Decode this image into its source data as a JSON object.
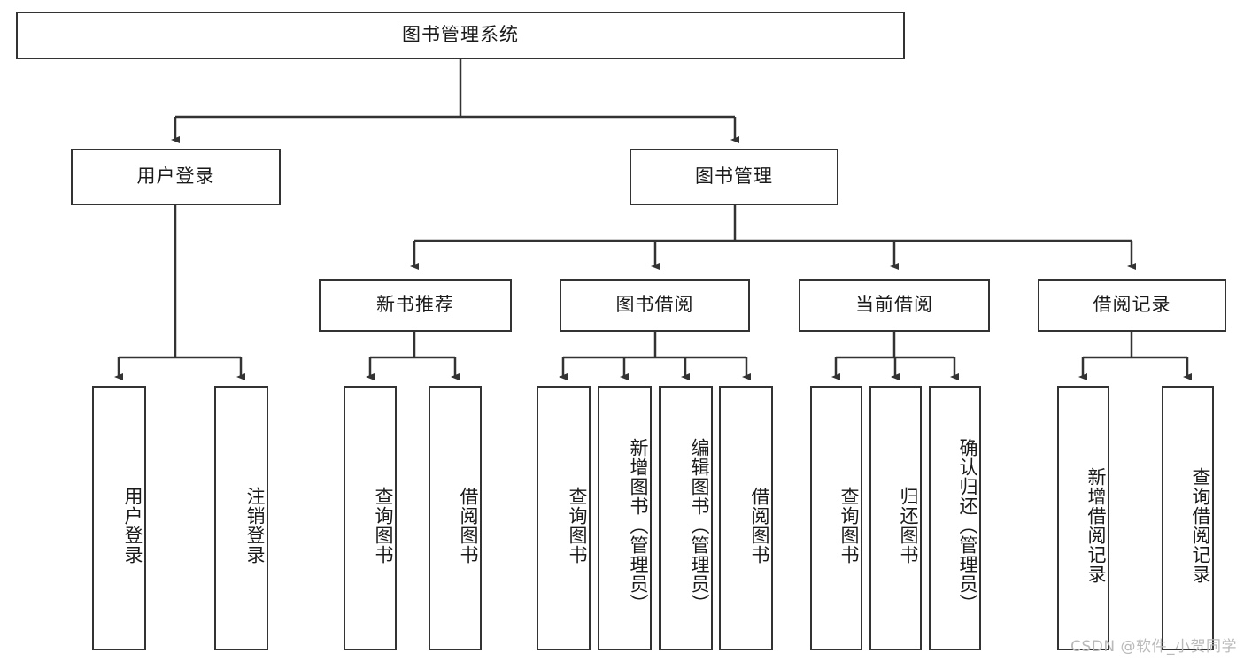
{
  "diagram": {
    "type": "tree-hierarchy-diagram",
    "title": "图书管理系统",
    "background_color": "#ffffff",
    "box_border_color": "#333333",
    "connector_color": "#333333",
    "text_color": "#1a1a1a"
  },
  "root": {
    "label": "图书管理系统"
  },
  "level2": [
    {
      "label": "用户登录"
    },
    {
      "label": "图书管理"
    }
  ],
  "level3": [
    {
      "label": "新书推荐"
    },
    {
      "label": "图书借阅"
    },
    {
      "label": "当前借阅"
    },
    {
      "label": "借阅记录"
    }
  ],
  "leaves": {
    "user_login": [
      {
        "label": "用户登录"
      },
      {
        "label": "注销登录"
      }
    ],
    "new_book_recommend": [
      {
        "label": "查询图书"
      },
      {
        "label": "借阅图书"
      }
    ],
    "book_borrow": [
      {
        "label": "查询图书"
      },
      {
        "label": "新增图书（管理员）"
      },
      {
        "label": "编辑图书（管理员）"
      },
      {
        "label": "借阅图书"
      }
    ],
    "current_borrow": [
      {
        "label": "查询图书"
      },
      {
        "label": "归还图书"
      },
      {
        "label": "确认归还（管理员）"
      }
    ],
    "borrow_record": [
      {
        "label": "新增借阅记录"
      },
      {
        "label": "查询借阅记录"
      }
    ]
  },
  "watermark": {
    "text": "CSDN @软件_小贺同学"
  }
}
